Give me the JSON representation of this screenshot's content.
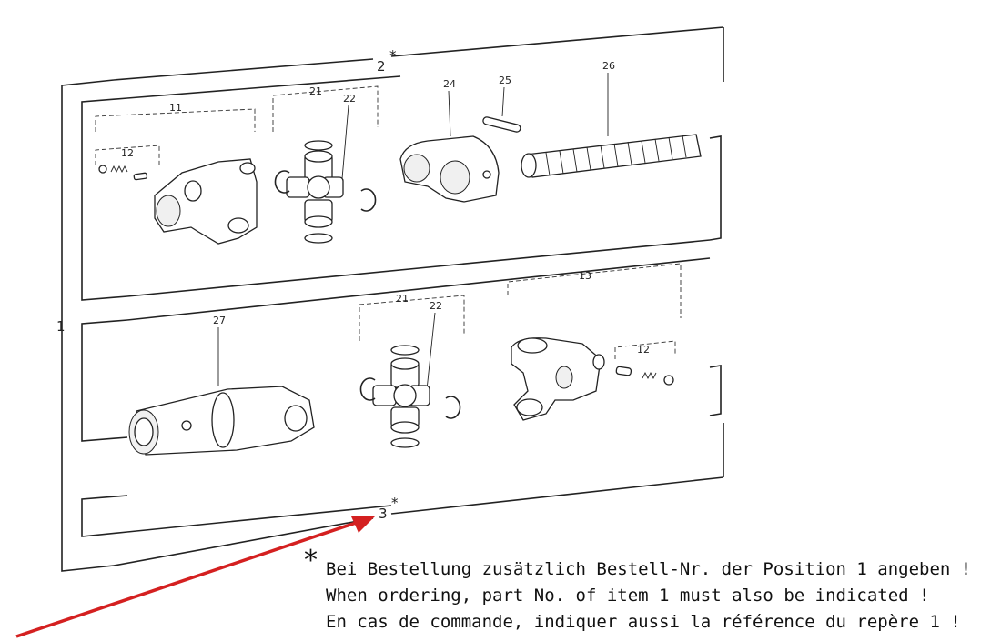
{
  "diagram": {
    "labels": {
      "assembly": "1",
      "upper_group": "2",
      "lower_group": "3",
      "star": "*",
      "yoke_assembly_upper": "11",
      "pin_kit_upper": "12",
      "cross_kit_upper": "21",
      "circlip_upper": "22",
      "inner_yoke": "24",
      "roll_pin": "25",
      "splined_shaft": "26",
      "outer_tube_yoke": "27",
      "cross_kit_lower": "21",
      "circlip_lower": "22",
      "yoke_assembly_lower": "13",
      "pin_kit_lower": "12"
    },
    "note": {
      "star": "*",
      "line_de": "Bei Bestellung zusätzlich Bestell-Nr. der Position 1 angeben !",
      "line_en": "When ordering, part No. of item 1 must also be indicated !",
      "line_fr": "En cas de commande, indiquer aussi la référence du repère 1 !"
    },
    "arrow_color": "#d42020"
  }
}
